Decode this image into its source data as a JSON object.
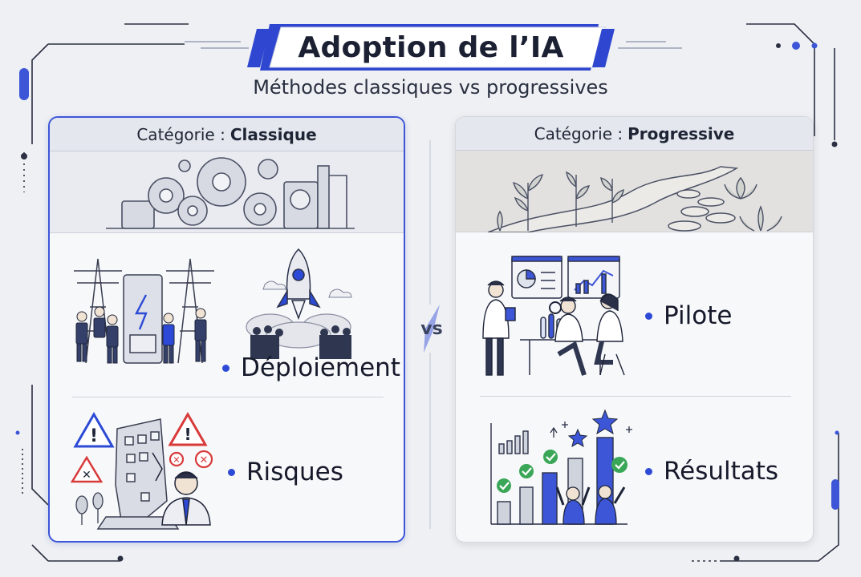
{
  "title": "Adoption de l’IA",
  "subtitle": "Méthodes classiques vs progressives",
  "vs_label": "vs",
  "colors": {
    "accent": "#2d4ad6",
    "accent_border": "#3d56d8",
    "background": "#eef0f4",
    "card": "#f7f8fa",
    "green_check": "#3aa657",
    "warning_red": "#d83a3a"
  },
  "left_card": {
    "category_prefix": "Catégorie :",
    "category_name": "Classique",
    "band_illustration": "gears-machinery",
    "items": [
      {
        "label": "Déploiement",
        "illustration": "power-towers-workers-rocket-launch"
      },
      {
        "label": "Risques",
        "illustration": "warning-signs-cracked-building-worried-person"
      }
    ]
  },
  "right_card": {
    "category_prefix": "Catégorie :",
    "category_name": "Progressive",
    "band_illustration": "winding-path-plants-stepping-stones",
    "items": [
      {
        "label": "Pilote",
        "illustration": "scientists-lab-dashboards"
      },
      {
        "label": "Résultats",
        "illustration": "rising-bars-checkmarks-stars-celebration"
      }
    ]
  }
}
